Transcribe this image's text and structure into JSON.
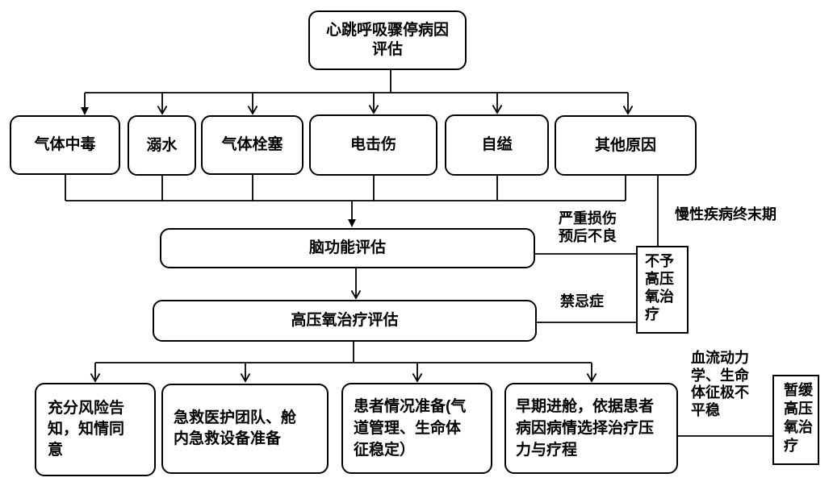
{
  "flowchart": {
    "root": {
      "label": "心跳呼吸骤停病因\n评估"
    },
    "causes": [
      {
        "label": "气体中毒"
      },
      {
        "label": "溺水"
      },
      {
        "label": "气体栓塞"
      },
      {
        "label": "电击伤"
      },
      {
        "label": "自缢"
      },
      {
        "label": "其他原因"
      }
    ],
    "brain_assessment": {
      "label": "脑功能评估"
    },
    "hbo_assessment": {
      "label": "高压氧治疗评估"
    },
    "preparations": [
      {
        "label": "充分风险告\n知，知情同\n意"
      },
      {
        "label": "急救医护团队、舱\n内急救设备准备"
      },
      {
        "label": "患者情况准备(气\n道管理、生命体\n征稳定）"
      },
      {
        "label": "早期进舱，依据患者\n病因病情选择治疗压\n力与疗程"
      }
    ],
    "outcomes": {
      "no_hbo": {
        "label": "不予\n高压\n氧治\n疗"
      },
      "postpone_hbo": {
        "label": "暂缓\n高压\n氧治\n疗"
      }
    },
    "annotations": {
      "severe_injury": {
        "label": "严重损伤\n预后不良"
      },
      "chronic_disease": {
        "label": "慢性疾病终末期"
      },
      "contraindication": {
        "label": "禁忌症"
      },
      "unstable_hemodynamics": {
        "label": "血流动力\n学、生命\n体征极不\n平稳"
      }
    },
    "colors": {
      "line": "#000000",
      "background": "#ffffff",
      "text": "#000000"
    }
  }
}
